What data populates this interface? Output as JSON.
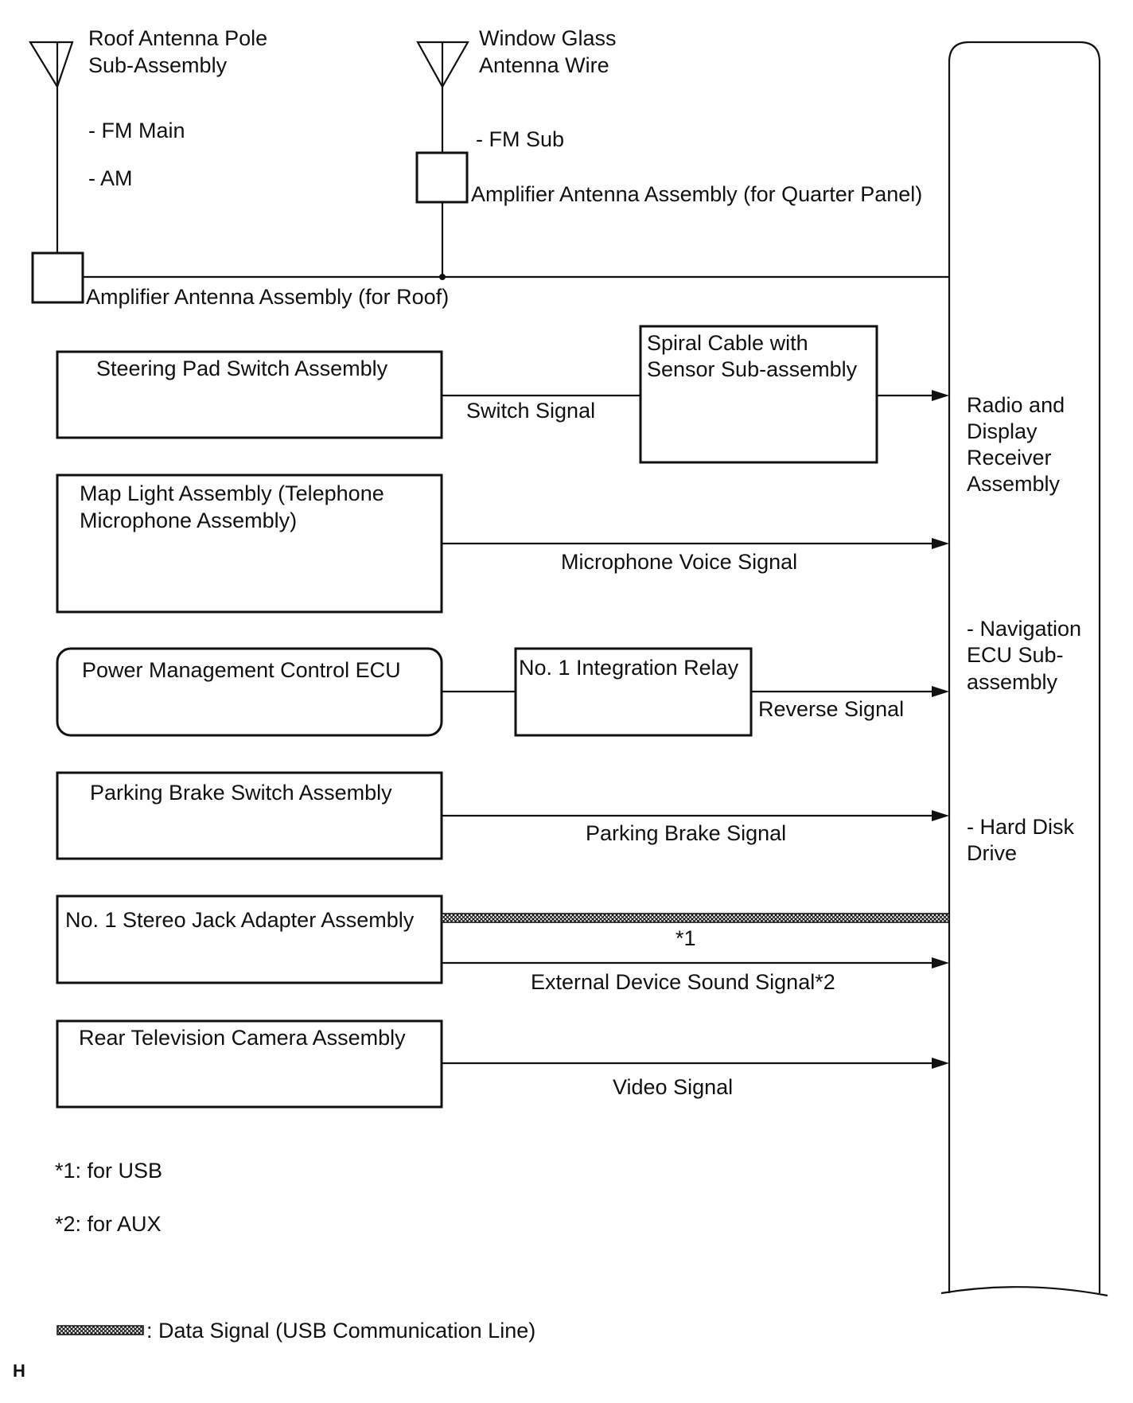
{
  "antennas": {
    "roof_pole": [
      "Roof Antenna Pole",
      "Sub-Assembly"
    ],
    "roof_bands": [
      "- FM Main",
      "- AM"
    ],
    "window_glass": [
      "Window Glass",
      "Antenna Wire"
    ],
    "window_bands": [
      "- FM Sub"
    ],
    "amp_quarter": "Amplifier Antenna Assembly (for Quarter Panel)",
    "amp_roof": "Amplifier Antenna Assembly (for Roof)"
  },
  "receiver": {
    "title": [
      "Radio and",
      "Display",
      "Receiver",
      "Assembly"
    ],
    "navigation": [
      "- Navigation",
      "ECU Sub-",
      "assembly"
    ],
    "hdd": [
      "- Hard Disk",
      "Drive"
    ]
  },
  "components": {
    "steering_pad": "Steering Pad Switch Assembly",
    "spiral_cable": [
      "Spiral Cable with",
      "Sensor Sub-assembly"
    ],
    "map_light": [
      "Map Light Assembly (Telephone",
      "Microphone Assembly)"
    ],
    "power_mgmt": "Power Management Control ECU",
    "integration_relay": "No. 1 Integration Relay",
    "parking_brake": "Parking Brake Switch Assembly",
    "stereo_jack": "No. 1 Stereo Jack Adapter Assembly",
    "rear_camera": "Rear Television Camera Assembly"
  },
  "signals": {
    "switch": "Switch Signal",
    "microphone": "Microphone Voice Signal",
    "reverse": "Reverse Signal",
    "parking_brake": "Parking Brake Signal",
    "usb_note": "*1",
    "external_sound": "External Device Sound Signal*2",
    "video": "Video Signal"
  },
  "footnotes": {
    "note1": "*1: for USB",
    "note2": "*2: for AUX",
    "legend": ": Data Signal (USB Communication Line)"
  },
  "page_code": "H",
  "colors": {
    "line": "#111111",
    "background": "#ffffff"
  }
}
